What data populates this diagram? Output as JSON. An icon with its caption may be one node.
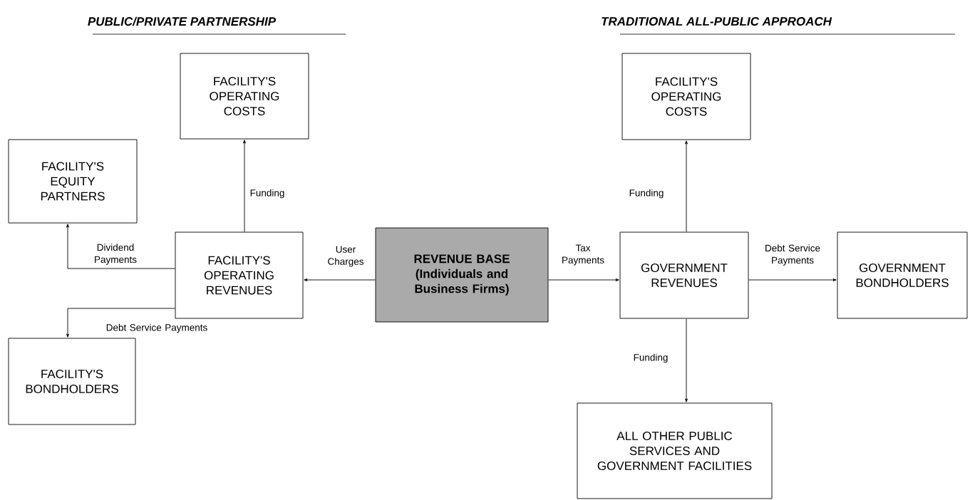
{
  "diagram": {
    "nodes": [
      {
        "text": [
          "FACILITY'S OPERATING COSTS"
        ]
      },
      {
        "text": [
          "FACILITY'S EQUITY PARTNERS"
        ]
      },
      {
        "text": [
          "FACILITY'S OPERATING REVENUES"
        ]
      },
      {
        "text": [
          "REVENUE BASE (Individuals and Business Firms)"
        ]
      },
      {
        "text": [
          "FACILITY'S BONDHOLDERS"
        ]
      },
      {
        "text": [
          "FACILITY'S OPERATING COSTS"
        ]
      },
      {
        "text": [
          "GOVERNMENT REVENUES"
        ]
      },
      {
        "text": [
          "GOVERNMENT BONDHOLDERS"
        ]
      },
      {
        "text": [
          "ALL OTHER PUBLIC SERVICES AND GOVERNMENT FACILITIES"
        ]
      }
    ],
    "edges": [
      {
        "from": 3,
        "to": 2,
        "arrow": "to",
        "label": "User Charges"
      },
      {
        "from": 2,
        "to": 0,
        "arrow": "to",
        "label": "Funding"
      },
      {
        "from": 2,
        "to": 1,
        "arrow": "to",
        "label": "Dividend Payments"
      },
      {
        "from": 2,
        "to": 4,
        "arrow": "to",
        "label": "Debt Service Payments"
      },
      {
        "from": 3,
        "to": 6,
        "arrow": "to",
        "label": "Tax Payments"
      },
      {
        "from": 6,
        "to": 5,
        "arrow": "to",
        "label": "Funding"
      },
      {
        "from": 6,
        "to": 7,
        "arrow": "to",
        "label": "Debt Service Payments"
      },
      {
        "from": 6,
        "to": 8,
        "arrow": "to",
        "label": "Funding"
      }
    ],
    "labels": [
      "PUBLIC/PRIVATE PARTNERSHIP",
      "TRADITIONAL ALL-PUBLIC APPROACH"
    ]
  }
}
